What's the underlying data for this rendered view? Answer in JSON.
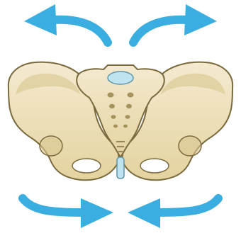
{
  "diagram": {
    "subject": "pelvis-icon",
    "colors": {
      "arrow": "#3aaee0",
      "bone_fill": "#ede1b8",
      "bone_shade": "#d8c78f",
      "bone_outline": "#7a6a3e",
      "sacral_foramen": "#a6935c",
      "cartilage": "#bfe3ef",
      "cartilage_outline": "#5f95aa"
    },
    "arrows": {
      "top": {
        "direction": "outward",
        "icon": "curved-arrow"
      },
      "bottom": {
        "direction": "inward",
        "icon": "curved-arrow"
      }
    }
  }
}
